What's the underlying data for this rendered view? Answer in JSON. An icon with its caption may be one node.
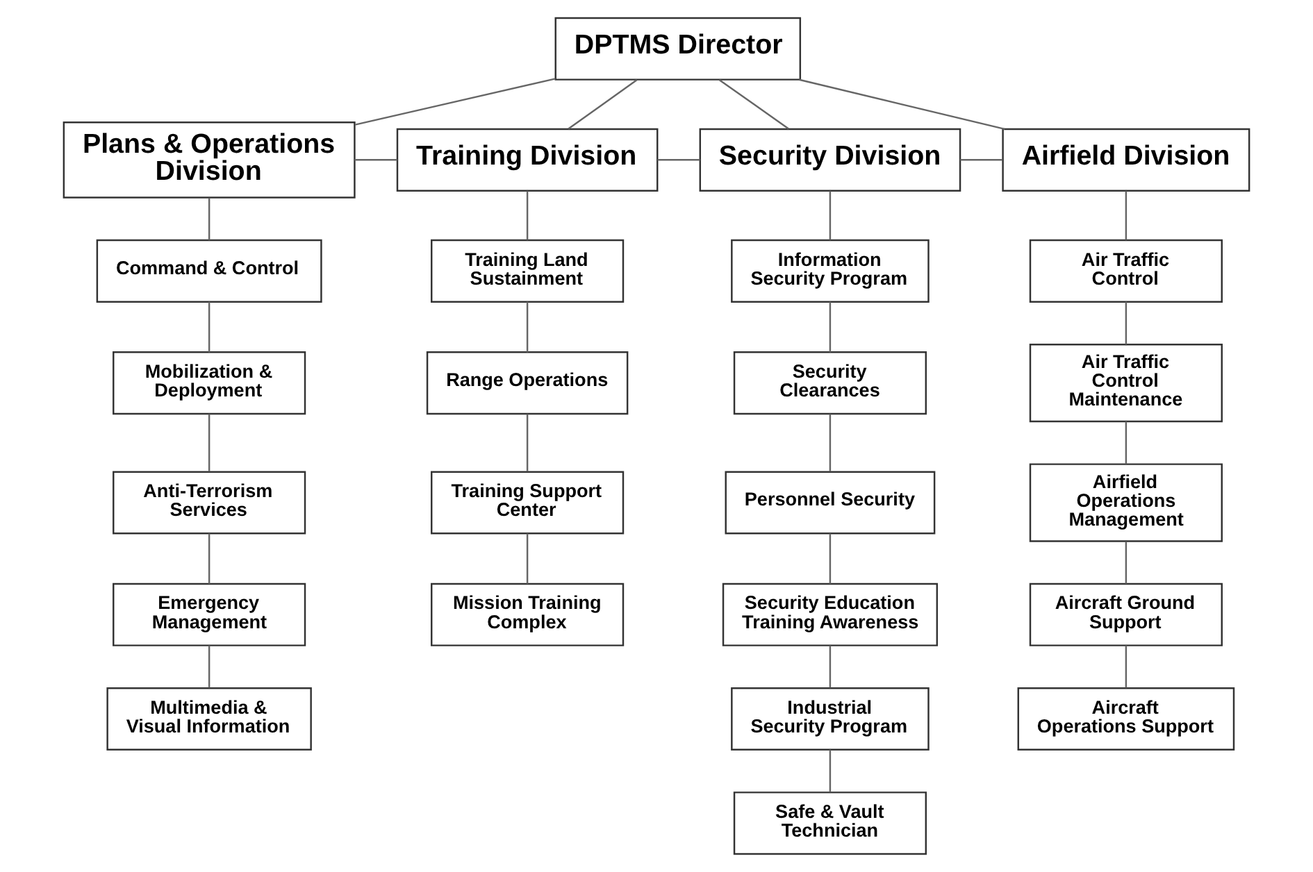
{
  "diagram": {
    "nodes": [
      {
        "text": [
          "DPTMS Director"
        ]
      },
      {
        "text": [
          "Plans & Operations Division"
        ]
      },
      {
        "text": [
          "Training Division"
        ]
      },
      {
        "text": [
          "Security Division"
        ]
      },
      {
        "text": [
          "Airfield Division"
        ]
      },
      {
        "text": [
          "Command & Control"
        ]
      },
      {
        "text": [
          "Mobilization & Deployment"
        ]
      },
      {
        "text": [
          "Anti-Terrorism Services"
        ]
      },
      {
        "text": [
          "Emergency Management"
        ]
      },
      {
        "text": [
          "Multimedia & Visual Information"
        ]
      },
      {
        "text": [
          "Training Land Sustainment"
        ]
      },
      {
        "text": [
          "Range Operations"
        ]
      },
      {
        "text": [
          "Training Support Center"
        ]
      },
      {
        "text": [
          "Mission Training Complex"
        ]
      },
      {
        "text": [
          "Information Security Program"
        ]
      },
      {
        "text": [
          "Security Clearances"
        ]
      },
      {
        "text": [
          "Personnel Security"
        ]
      },
      {
        "text": [
          "Security Education Training Awareness"
        ]
      },
      {
        "text": [
          "Industrial Security Program"
        ]
      },
      {
        "text": [
          "Safe & Vault Technician"
        ]
      },
      {
        "text": [
          "Air Traffic Control"
        ]
      },
      {
        "text": [
          "Air Traffic Control Maintenance"
        ]
      },
      {
        "text": [
          "Airfield Operations Management"
        ]
      },
      {
        "text": [
          "Aircraft Ground Support"
        ]
      },
      {
        "text": [
          "Aircraft Operations Support"
        ]
      }
    ],
    "edges": [
      {
        "from": 0,
        "to": 1,
        "arrow": "none"
      },
      {
        "from": 0,
        "to": 2,
        "arrow": "none"
      },
      {
        "from": 0,
        "to": 3,
        "arrow": "none"
      },
      {
        "from": 0,
        "to": 4,
        "arrow": "none"
      },
      {
        "from": 1,
        "to": 2,
        "arrow": "none"
      },
      {
        "from": 2,
        "to": 3,
        "arrow": "none"
      },
      {
        "from": 3,
        "to": 4,
        "arrow": "none"
      },
      {
        "from": 1,
        "to": 5,
        "arrow": "none"
      },
      {
        "from": 5,
        "to": 6,
        "arrow": "none"
      },
      {
        "from": 6,
        "to": 7,
        "arrow": "none"
      },
      {
        "from": 7,
        "to": 8,
        "arrow": "none"
      },
      {
        "from": 8,
        "to": 9,
        "arrow": "none"
      },
      {
        "from": 2,
        "to": 10,
        "arrow": "none"
      },
      {
        "from": 10,
        "to": 11,
        "arrow": "none"
      },
      {
        "from": 11,
        "to": 12,
        "arrow": "none"
      },
      {
        "from": 12,
        "to": 13,
        "arrow": "none"
      },
      {
        "from": 3,
        "to": 14,
        "arrow": "none"
      },
      {
        "from": 14,
        "to": 15,
        "arrow": "none"
      },
      {
        "from": 15,
        "to": 16,
        "arrow": "none"
      },
      {
        "from": 16,
        "to": 17,
        "arrow": "none"
      },
      {
        "from": 17,
        "to": 18,
        "arrow": "none"
      },
      {
        "from": 18,
        "to": 19,
        "arrow": "none"
      },
      {
        "from": 4,
        "to": 20,
        "arrow": "none"
      },
      {
        "from": 20,
        "to": 21,
        "arrow": "none"
      },
      {
        "from": 21,
        "to": 22,
        "arrow": "none"
      },
      {
        "from": 22,
        "to": 23,
        "arrow": "none"
      },
      {
        "from": 23,
        "to": 24,
        "arrow": "none"
      }
    ]
  }
}
